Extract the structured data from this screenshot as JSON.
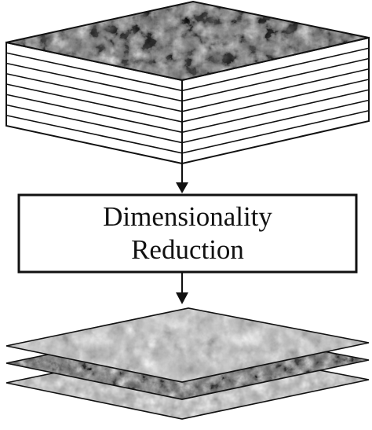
{
  "diagram": {
    "process_box": {
      "line1": "Dimensionality",
      "line2": "Reduction"
    },
    "input_stack": {
      "layer_count": 8,
      "image_type": "grayscale satellite image"
    },
    "output_stack": {
      "layer_count": 3,
      "image_type": "grayscale satellite image"
    },
    "colors": {
      "stroke": "#111111",
      "background": "#ffffff"
    }
  }
}
